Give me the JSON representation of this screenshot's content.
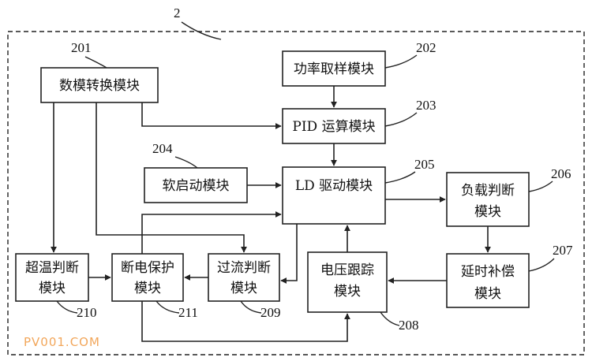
{
  "system_ref": "2",
  "modules": {
    "dac": {
      "label": "数模转换模块",
      "ref": "201"
    },
    "power_sampling": {
      "label": "功率取样模块",
      "ref": "202"
    },
    "pid": {
      "label": "PID 运算模块",
      "ref": "203"
    },
    "soft_start": {
      "label": "软启动模块",
      "ref": "204"
    },
    "ld_driver": {
      "label": "LD 驱动模块",
      "ref": "205"
    },
    "load_judge": {
      "line1": "负载判断",
      "line2": "模块",
      "ref": "206"
    },
    "delay_comp": {
      "line1": "延时补偿",
      "line2": "模块",
      "ref": "207"
    },
    "voltage_track": {
      "line1": "电压跟踪",
      "line2": "模块",
      "ref": "208"
    },
    "overcurrent": {
      "line1": "过流判断",
      "line2": "模块",
      "ref": "209"
    },
    "overtemp": {
      "line1": "超温判断",
      "line2": "模块",
      "ref": "210"
    },
    "power_off_protect": {
      "line1": "断电保护",
      "line2": "模块",
      "ref": "211"
    }
  },
  "watermark": "PV001.COM"
}
